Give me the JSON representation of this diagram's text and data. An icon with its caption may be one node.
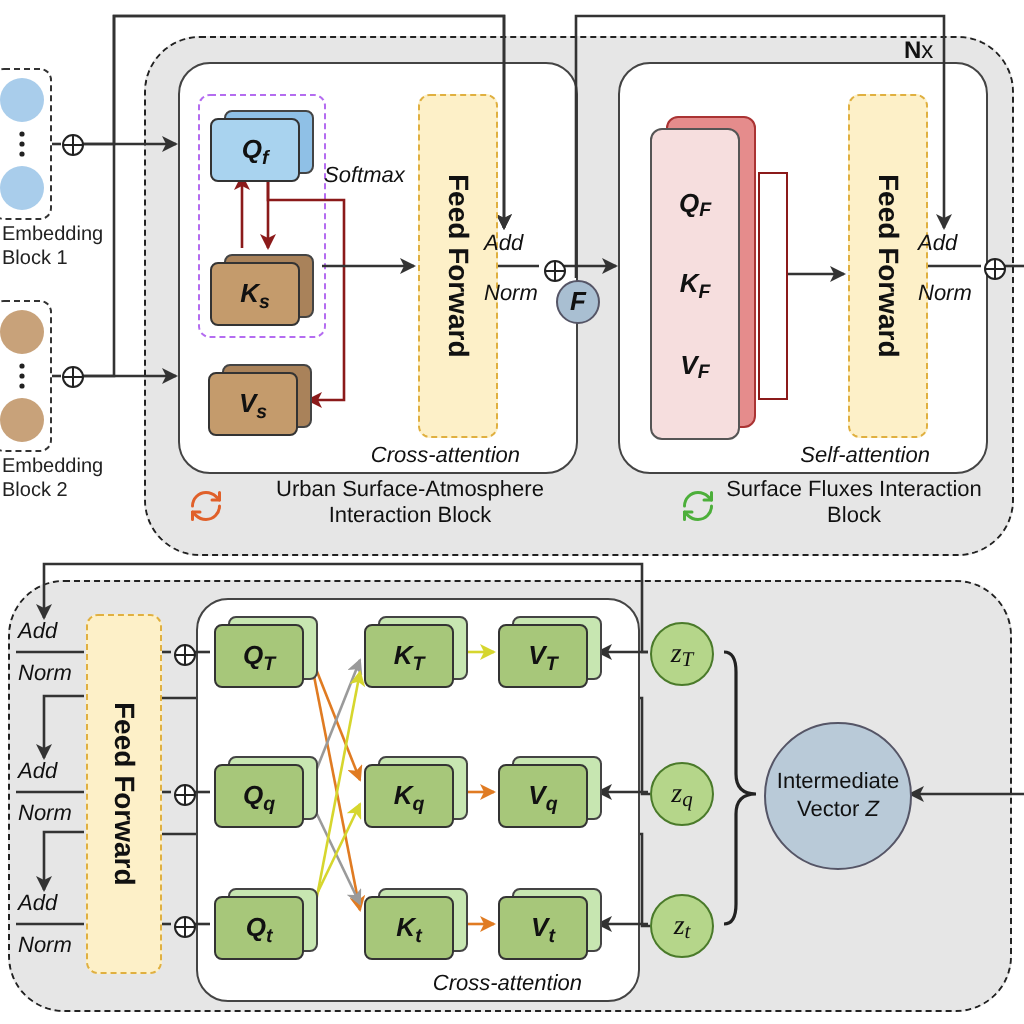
{
  "diagram": {
    "nodes": [
      {
        "text": [],
        "shape": "box",
        "beside": [
          "Embedding Block 1"
        ]
      },
      {
        "text": [],
        "shape": "box",
        "beside": [
          "Embedding Block 2"
        ]
      },
      {
        "text": [],
        "shape": "box"
      },
      {
        "text": [
          "Cross-attention",
          "Urban Surface-Atmosphere Interaction Block"
        ],
        "in": 2
      },
      {
        "text": [],
        "shape": "box",
        "in": 3
      },
      {
        "text": [
          "Q$_{f}$"
        ],
        "in": 4
      },
      {
        "text": [
          "K$_{s}$"
        ],
        "in": 4
      },
      {
        "text": [
          "V$_{s}$"
        ],
        "in": 3
      },
      {
        "text": [
          "Feed Forward"
        ],
        "in": 3
      },
      {
        "text": [
          "F"
        ],
        "in": 2
      },
      {
        "text": [
          "Self-attention",
          "Surface Fluxes Interaction Block"
        ],
        "in": 2
      },
      {
        "text": [
          "Q$_{F}$",
          "K$_{F}$",
          "V$_{F}$"
        ],
        "in": 10
      },
      {
        "text": [
          "Feed Forward"
        ],
        "in": 10
      },
      {
        "text": [],
        "shape": "box"
      },
      {
        "text": [
          "Feed Forward"
        ],
        "in": 13
      },
      {
        "text": [
          "Cross-attention"
        ],
        "in": 13
      },
      {
        "text": [
          "Q$_{T}$"
        ],
        "in": 15
      },
      {
        "text": [
          "Q$_{q}$"
        ],
        "in": 15
      },
      {
        "text": [
          "Q$_{t}$"
        ],
        "in": 15
      },
      {
        "text": [
          "K$_{T}$"
        ],
        "in": 15
      },
      {
        "text": [
          "K$_{q}$"
        ],
        "in": 15
      },
      {
        "text": [
          "K$_{t}$"
        ],
        "in": 15
      },
      {
        "text": [
          "V$_{T}$"
        ],
        "in": 15
      },
      {
        "text": [
          "V$_{q}$"
        ],
        "in": 15
      },
      {
        "text": [
          "V$_{t}$"
        ],
        "in": 15
      },
      {
        "text": [
          "z$_{T}$"
        ],
        "in": 13
      },
      {
        "text": [
          "z$_{q}$"
        ],
        "in": 13
      },
      {
        "text": [
          "z$_{t}$"
        ],
        "in": 13
      },
      {
        "text": [
          "Intermediate Vector *Z*"
        ],
        "in": 13
      },
      {
        "text": [],
        "shape": "circle"
      },
      {
        "text": [],
        "shape": "circle"
      },
      {
        "text": [
          "Add",
          "Norm"
        ],
        "in": 3
      },
      {
        "text": [],
        "shape": "circle",
        "in": 3
      },
      {
        "text": [
          "Add",
          "Norm"
        ],
        "in": 10
      },
      {
        "text": [],
        "shape": "circle",
        "in": 2
      },
      {
        "text": [],
        "shape": "box",
        "in": 10
      },
      {
        "text": [
          "Add",
          "Norm"
        ],
        "in": 13
      },
      {
        "text": [],
        "shape": "circle",
        "in": 13
      },
      {
        "text": [
          "Add",
          "Norm"
        ],
        "in": 13
      },
      {
        "text": [],
        "shape": "circle",
        "in": 13
      },
      {
        "text": [
          "Add",
          "Norm"
        ],
        "in": 13
      },
      {
        "text": [],
        "shape": "circle",
        "in": 13
      }
    ],
    "edges": [
      {
        "from": 0,
        "to": 29,
        "arrow": "none"
      },
      {
        "from": 29,
        "to": 3,
        "arrow": "to"
      },
      {
        "from": 1,
        "to": 30,
        "arrow": "none"
      },
      {
        "from": 30,
        "to": 3,
        "arrow": "to"
      },
      {
        "from": 29,
        "to": 31,
        "arrow": "to"
      },
      {
        "from": 30,
        "to": 31,
        "arrow": "to"
      },
      {
        "from": 6,
        "to": 5,
        "arrow": "to",
        "color": "#8b1a1a"
      },
      {
        "from": 5,
        "to": 6,
        "arrow": "to",
        "color": "#8b1a1a"
      },
      {
        "from": 5,
        "to": 7,
        "arrow": "to",
        "color": "#8b1a1a"
      },
      {
        "from": 4,
        "to": 8,
        "arrow": "to"
      },
      {
        "from": 8,
        "to": 32,
        "arrow": "none"
      },
      {
        "from": 32,
        "to": 10,
        "arrow": "to"
      },
      {
        "from": 9,
        "to": 33,
        "arrow": "to"
      },
      {
        "from": 35,
        "to": 12,
        "arrow": "to"
      },
      {
        "from": 12,
        "to": 34,
        "arrow": "none"
      },
      {
        "from": 34,
        "to": null,
        "arrow": "none"
      },
      {
        "from": 36,
        "to": 14,
        "arrow": "none"
      },
      {
        "from": 38,
        "to": 14,
        "arrow": "none"
      },
      {
        "from": 40,
        "to": 14,
        "arrow": "none"
      },
      {
        "from": 37,
        "to": 16,
        "arrow": "none"
      },
      {
        "from": 39,
        "to": 17,
        "arrow": "none"
      },
      {
        "from": 41,
        "to": 18,
        "arrow": "none"
      },
      {
        "from": 16,
        "to": 20,
        "arrow": "to",
        "color": "#e07b22"
      },
      {
        "from": 16,
        "to": 21,
        "arrow": "to",
        "color": "#e07b22"
      },
      {
        "from": 17,
        "to": 19,
        "arrow": "to",
        "color": "#9a9a9a"
      },
      {
        "from": 17,
        "to": 21,
        "arrow": "to",
        "color": "#9a9a9a"
      },
      {
        "from": 18,
        "to": 19,
        "arrow": "to",
        "color": "#d6d62e"
      },
      {
        "from": 18,
        "to": 20,
        "arrow": "to",
        "color": "#d6d62e"
      },
      {
        "from": 19,
        "to": 22,
        "arrow": "to",
        "color": "#d6d62e"
      },
      {
        "from": 20,
        "to": 23,
        "arrow": "to",
        "color": "#e07b22"
      },
      {
        "from": 21,
        "to": 24,
        "arrow": "to",
        "color": "#e07b22"
      },
      {
        "from": 25,
        "to": 22,
        "arrow": "to"
      },
      {
        "from": 26,
        "to": 23,
        "arrow": "to"
      },
      {
        "from": 27,
        "to": 24,
        "arrow": "to"
      },
      {
        "from": null,
        "to": 28,
        "arrow": "to"
      },
      {
        "from": 25,
        "to": 36,
        "arrow": "to"
      },
      {
        "from": 26,
        "to": 14,
        "arrow": "none"
      },
      {
        "from": 27,
        "to": 14,
        "arrow": "none"
      },
      {
        "from": 14,
        "to": 38,
        "arrow": "to"
      },
      {
        "from": 14,
        "to": 40,
        "arrow": "to"
      },
      {
        "from": 14,
        "to": 37,
        "arrow": "none"
      },
      {
        "from": 14,
        "to": 39,
        "arrow": "none"
      },
      {
        "from": 14,
        "to": 41,
        "arrow": "none"
      }
    ],
    "labels": [
      "**N**x",
      "Softmax"
    ]
  }
}
